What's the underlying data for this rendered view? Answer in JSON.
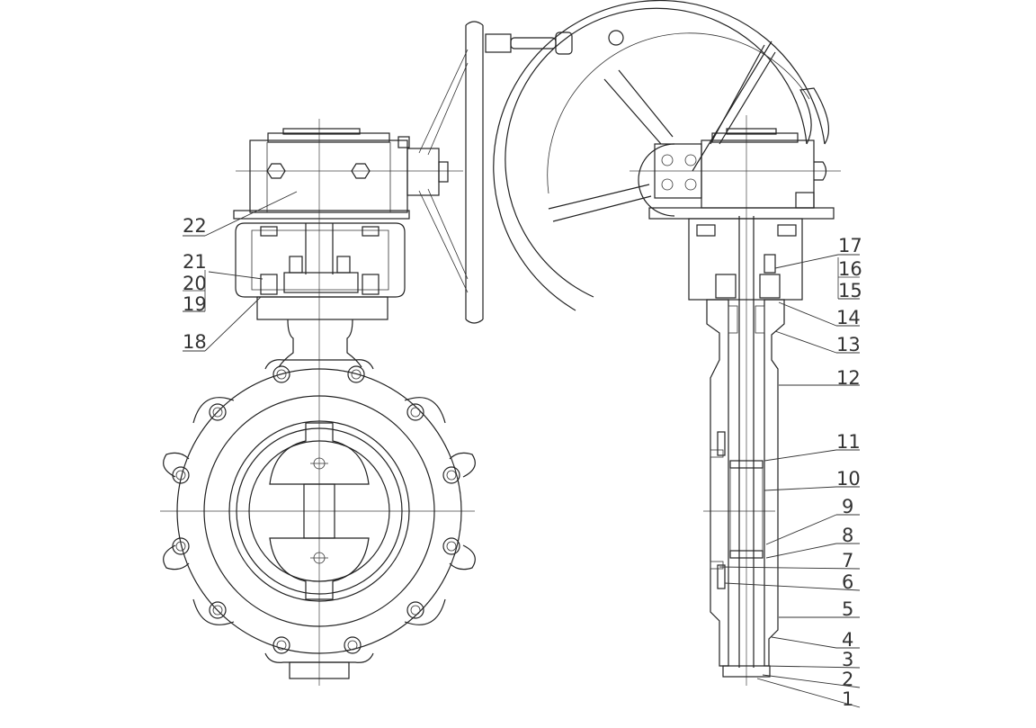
{
  "callouts": {
    "left": [
      {
        "id": "c22",
        "label": "22"
      },
      {
        "id": "c21",
        "label": "21"
      },
      {
        "id": "c20",
        "label": "20"
      },
      {
        "id": "c19",
        "label": "19"
      },
      {
        "id": "c18",
        "label": "18"
      }
    ],
    "right": [
      {
        "id": "c17",
        "label": "17"
      },
      {
        "id": "c16",
        "label": "16"
      },
      {
        "id": "c15",
        "label": "15"
      },
      {
        "id": "c14",
        "label": "14"
      },
      {
        "id": "c13",
        "label": "13"
      },
      {
        "id": "c12",
        "label": "12"
      },
      {
        "id": "c11",
        "label": "11"
      },
      {
        "id": "c10",
        "label": "10"
      },
      {
        "id": "c9",
        "label": "9"
      },
      {
        "id": "c8",
        "label": "8"
      },
      {
        "id": "c7",
        "label": "7"
      },
      {
        "id": "c6",
        "label": "6"
      },
      {
        "id": "c5",
        "label": "5"
      },
      {
        "id": "c4",
        "label": "4"
      },
      {
        "id": "c3",
        "label": "3"
      },
      {
        "id": "c2",
        "label": "2"
      },
      {
        "id": "c1",
        "label": "1"
      }
    ]
  }
}
